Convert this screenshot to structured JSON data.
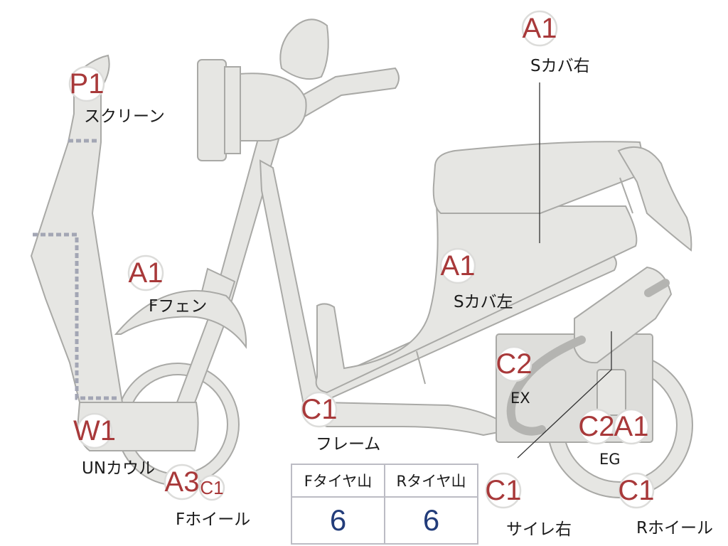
{
  "badges": {
    "screen": "P1",
    "front_fender": "A1",
    "under_cowl": "W1",
    "front_wheel_a": "A3",
    "front_wheel_c": "C1",
    "frame": "C1",
    "side_cover_left": "A1",
    "side_cover_right": "A1",
    "exhaust": "C2",
    "engine_c": "C2",
    "engine_a": "A1",
    "silencer_right": "C1",
    "rear_wheel": "C1"
  },
  "labels": {
    "screen": "スクリーン",
    "front_fender": "Fフェン",
    "under_cowl": "UNカウル",
    "front_wheel": "Fホイール",
    "frame": "フレーム",
    "side_cover_left": "Sカバ左",
    "side_cover_right": "Sカバ右",
    "exhaust": "EX",
    "engine": "EG",
    "silencer_right": "サイレ右",
    "rear_wheel": "Rホイール"
  },
  "tire_table": {
    "front_header": "Fタイヤ山",
    "rear_header": "Rタイヤ山",
    "front_value": "6",
    "rear_value": "6"
  },
  "colors": {
    "part_fill": "#e6e6e3",
    "badge_text": "#a8393a",
    "table_value": "#223c7a"
  }
}
